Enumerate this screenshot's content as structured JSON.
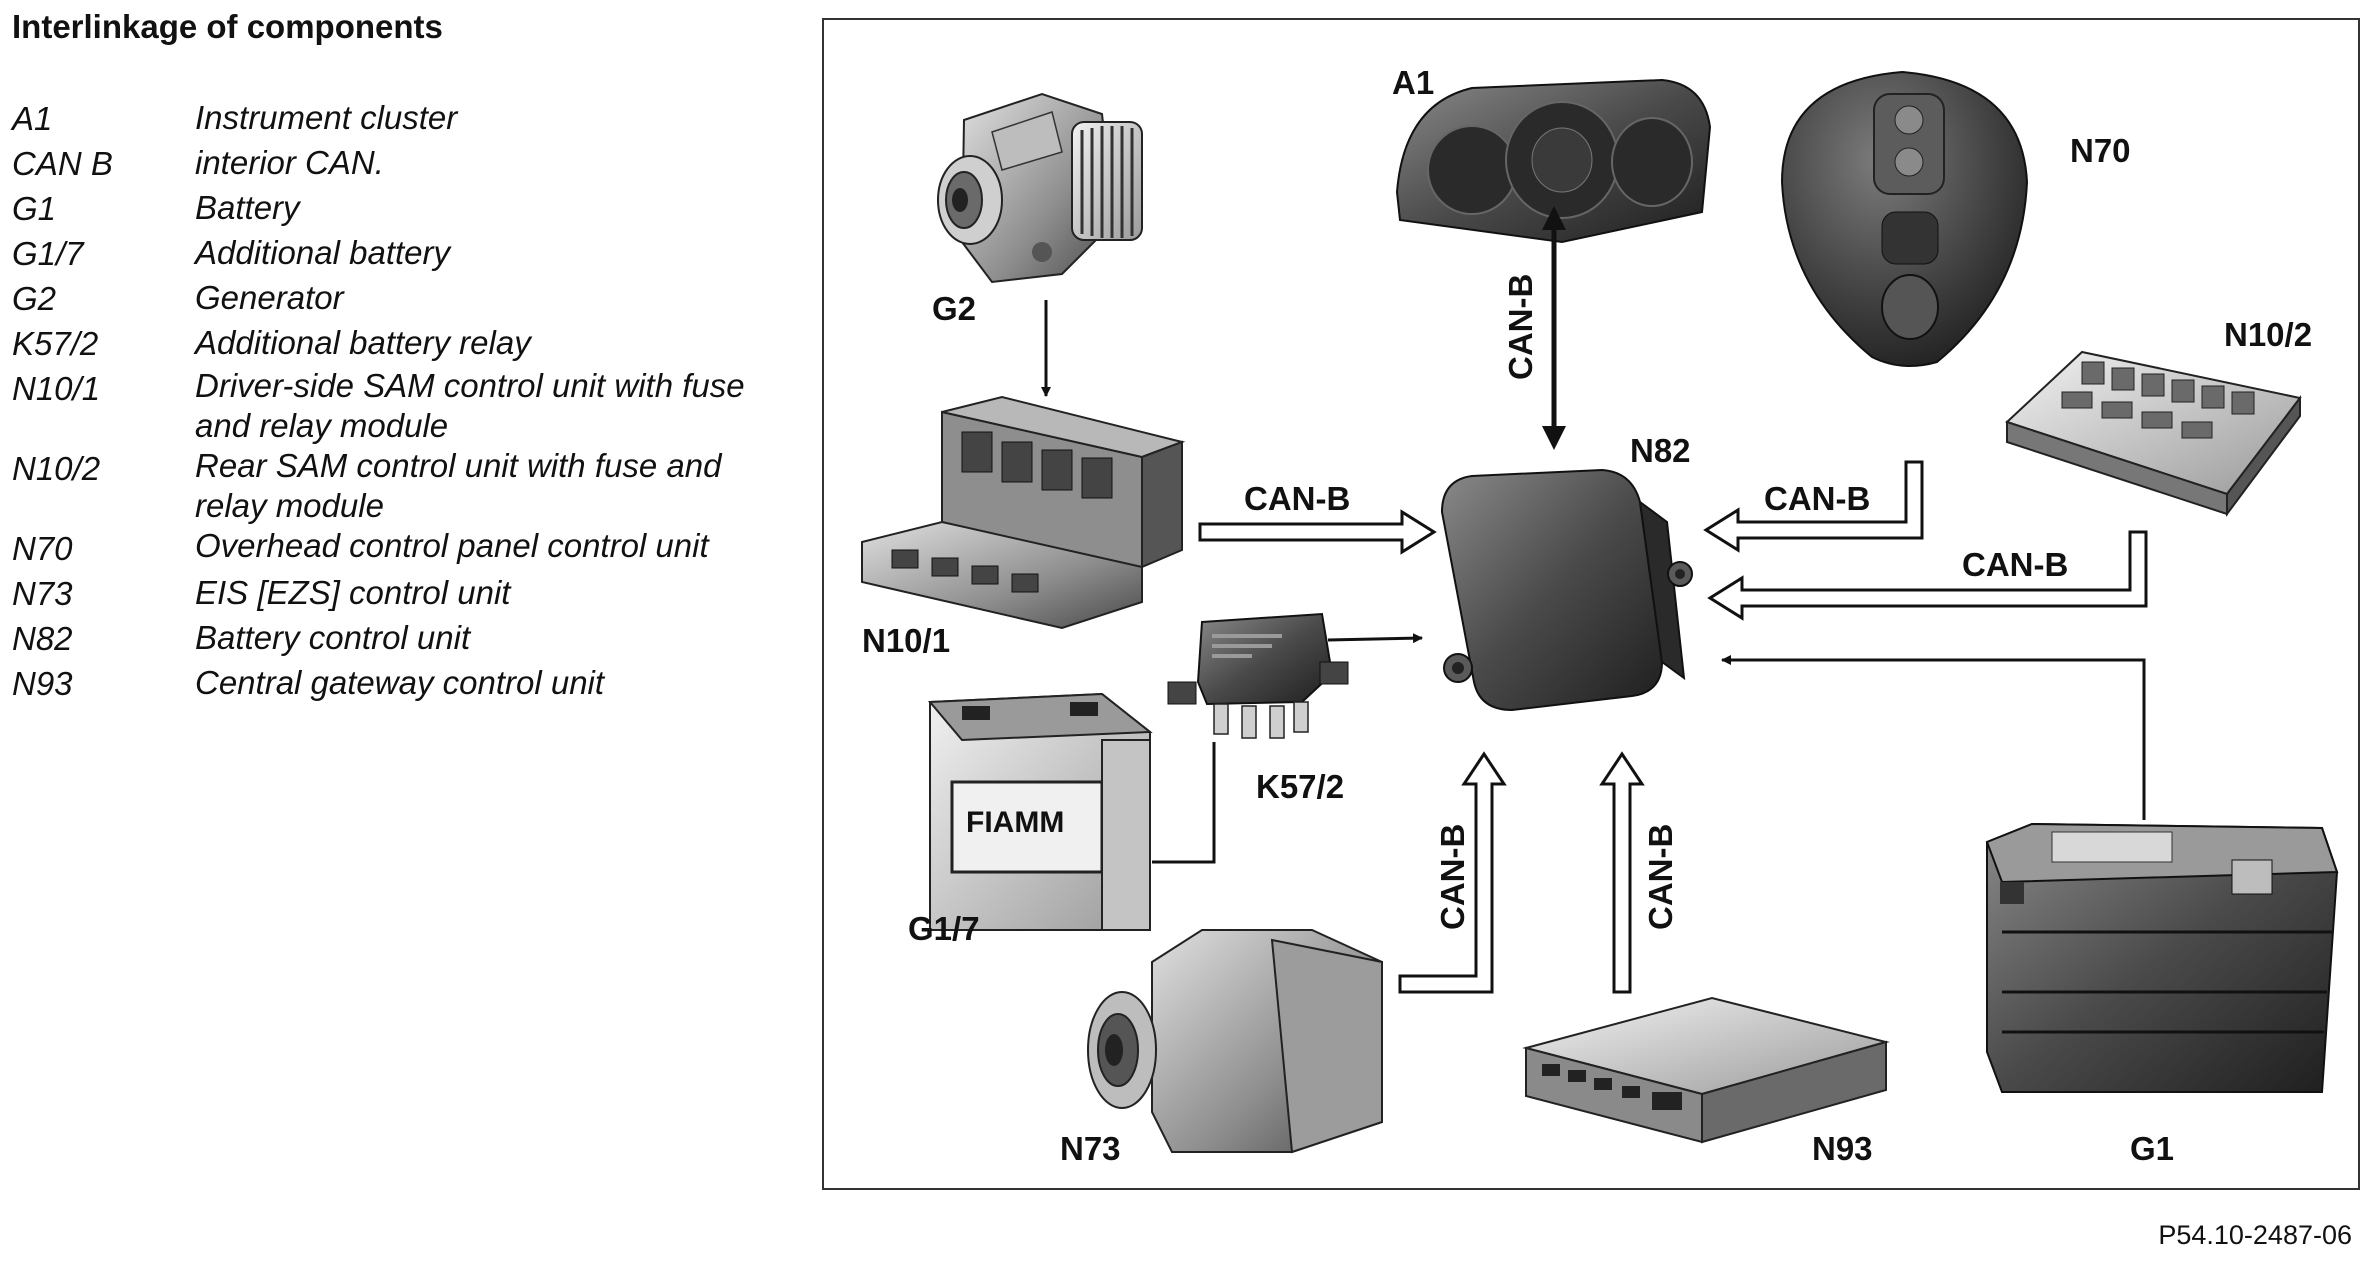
{
  "heading": "Interlinkage of components",
  "legend": [
    {
      "code": "A1",
      "desc": "Instrument cluster"
    },
    {
      "code": "CAN B",
      "desc": "interior CAN."
    },
    {
      "code": "G1",
      "desc": "Battery"
    },
    {
      "code": "G1/7",
      "desc": "Additional battery"
    },
    {
      "code": "G2",
      "desc": "Generator"
    },
    {
      "code": "K57/2",
      "desc": "Additional battery relay"
    },
    {
      "code": "N10/1",
      "desc": "Driver-side SAM control unit with fuse and relay module"
    },
    {
      "code": "N10/2",
      "desc": "Rear SAM control unit with fuse and relay module"
    },
    {
      "code": "N70",
      "desc": "Overhead control panel control unit"
    },
    {
      "code": "N73",
      "desc": "EIS [EZS] control unit"
    },
    {
      "code": "N82",
      "desc": "Battery control unit"
    },
    {
      "code": "N93",
      "desc": "Central gateway control unit"
    }
  ],
  "diagram": {
    "component_labels": {
      "g2": "G2",
      "a1": "A1",
      "n70": "N70",
      "n10_2": "N10/2",
      "n82": "N82",
      "n10_1": "N10/1",
      "k57_2": "K57/2",
      "g1_7": "G1/7",
      "n73": "N73",
      "n93": "N93",
      "g1": "G1"
    },
    "battery_brand": "FIAMM",
    "connection_label": "CAN-B"
  },
  "figure_ref": "P54.10-2487-06"
}
